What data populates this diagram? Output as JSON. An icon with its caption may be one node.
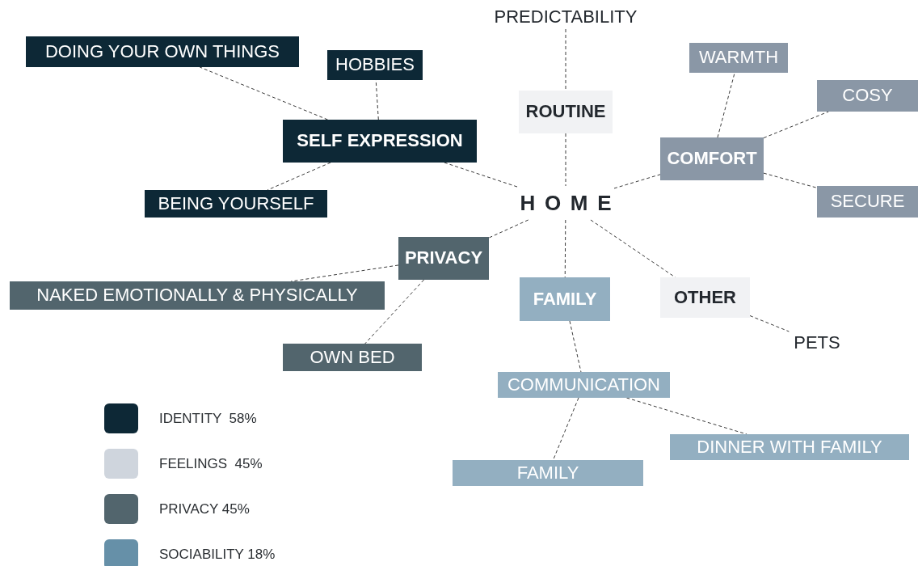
{
  "diagram": {
    "nodes": [
      {
        "text": [
          "PREDICTABILITY"
        ]
      },
      {
        "text": [
          "DOING YOUR OWN THINGS"
        ]
      },
      {
        "text": [
          "HOBBIES"
        ]
      },
      {
        "text": [
          "ROUTINE"
        ]
      },
      {
        "text": [
          "WARMTH"
        ]
      },
      {
        "text": [
          "COSY"
        ]
      },
      {
        "text": [
          "SELF EXPRESSION"
        ]
      },
      {
        "text": [
          "COMFORT"
        ]
      },
      {
        "text": [
          "BEING YOURSELF"
        ]
      },
      {
        "text": [
          "HOME"
        ]
      },
      {
        "text": [
          "SECURE"
        ]
      },
      {
        "text": [
          "PRIVACY"
        ]
      },
      {
        "text": [
          "NAKED EMOTIONALLY & PHYSICALLY"
        ]
      },
      {
        "text": [
          "FAMILY"
        ]
      },
      {
        "text": [
          "OTHER"
        ]
      },
      {
        "text": [
          "PETS"
        ]
      },
      {
        "text": [
          "OWN BED"
        ]
      },
      {
        "text": [
          "COMMUNICATION"
        ]
      },
      {
        "text": [
          "DINNER WITH FAMILY"
        ]
      },
      {
        "text": [
          "FAMILY"
        ]
      }
    ],
    "edges": [
      {
        "from": 0,
        "to": 3,
        "arrow": "none"
      },
      {
        "from": 3,
        "to": 9,
        "arrow": "none"
      },
      {
        "from": 9,
        "to": 6,
        "arrow": "none"
      },
      {
        "from": 6,
        "to": 1,
        "arrow": "none"
      },
      {
        "from": 6,
        "to": 2,
        "arrow": "none"
      },
      {
        "from": 6,
        "to": 8,
        "arrow": "none"
      },
      {
        "from": 9,
        "to": 7,
        "arrow": "none"
      },
      {
        "from": 7,
        "to": 4,
        "arrow": "none"
      },
      {
        "from": 7,
        "to": 5,
        "arrow": "none"
      },
      {
        "from": 7,
        "to": 10,
        "arrow": "none"
      },
      {
        "from": 9,
        "to": 11,
        "arrow": "none"
      },
      {
        "from": 11,
        "to": 12,
        "arrow": "none"
      },
      {
        "from": 11,
        "to": 16,
        "arrow": "none"
      },
      {
        "from": 9,
        "to": 13,
        "arrow": "none"
      },
      {
        "from": 9,
        "to": 14,
        "arrow": "none"
      },
      {
        "from": 14,
        "to": 15,
        "arrow": "none"
      },
      {
        "from": 13,
        "to": 17,
        "arrow": "none"
      },
      {
        "from": 17,
        "to": 18,
        "arrow": "none"
      },
      {
        "from": 17,
        "to": 19,
        "arrow": "none"
      }
    ],
    "legend": [
      {
        "text": "IDENTITY  58%",
        "color": "#0d2836"
      },
      {
        "text": "FEELINGS  45%",
        "color": "#cfd5dd"
      },
      {
        "text": "PRIVACY 45%",
        "color": "#52656d"
      },
      {
        "text": "SOCIABILITY 18%",
        "color": "#6690a8"
      }
    ]
  }
}
